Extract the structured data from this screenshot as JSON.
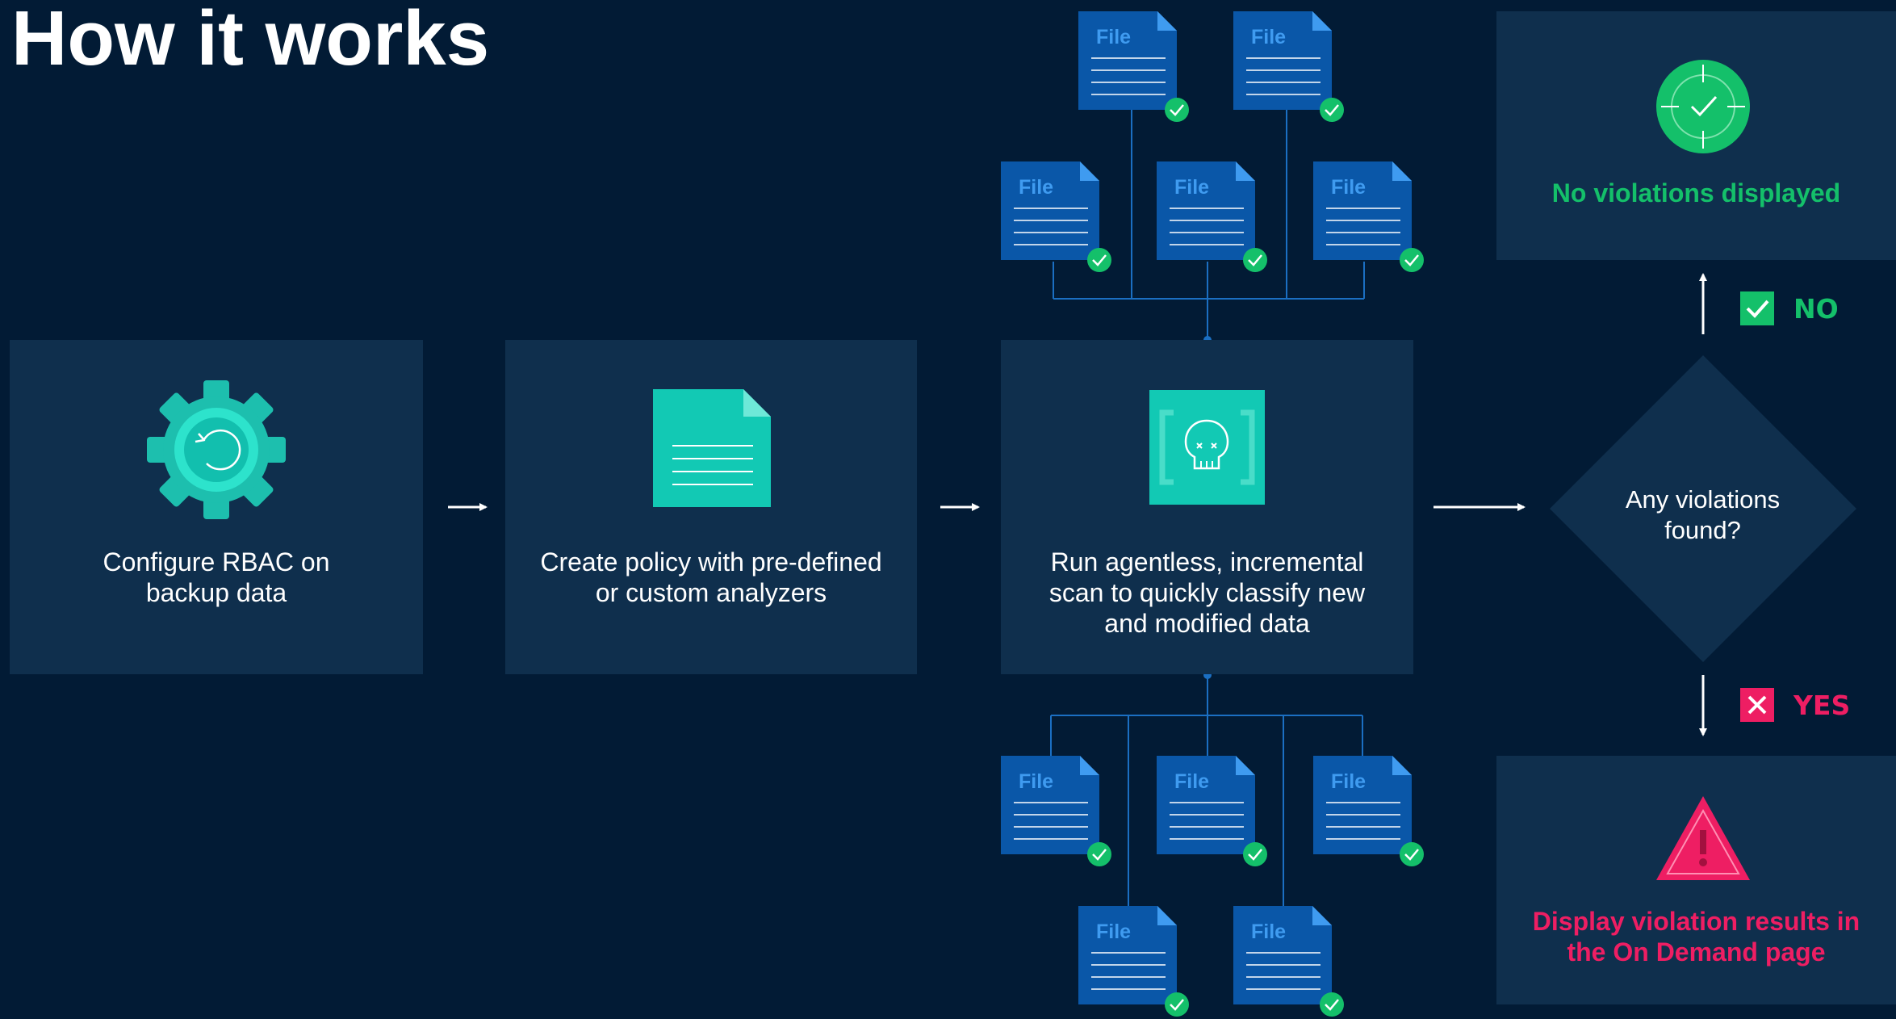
{
  "title": "How it works",
  "colors": {
    "background": "#021b35",
    "card": "#0f2f4d",
    "teal": "#0bc5b0",
    "file_blue": "#0a57a8",
    "success": "#14c06a",
    "danger": "#ee1e63",
    "connector": "#1b6fc2"
  },
  "steps": [
    {
      "icon": "gear-icon",
      "text_line1": "Configure RBAC on",
      "text_line2": "backup data"
    },
    {
      "icon": "document-icon",
      "text_line1": "Create policy with pre-defined",
      "text_line2": "or custom analyzers"
    },
    {
      "icon": "skull-scan-icon",
      "text_line1": "Run agentless, incremental",
      "text_line2": "scan to quickly classify new",
      "text_line3": "and modified data"
    }
  ],
  "file_label": "File",
  "decision": {
    "line1": "Any violations",
    "line2": "found?"
  },
  "no_branch": {
    "answer": "NO",
    "result": "No violations displayed",
    "icon": "check-circle-icon"
  },
  "yes_branch": {
    "answer": "YES",
    "result_line1": "Display violation results in",
    "result_line2": "the On Demand page",
    "icon": "warning-triangle-icon"
  }
}
